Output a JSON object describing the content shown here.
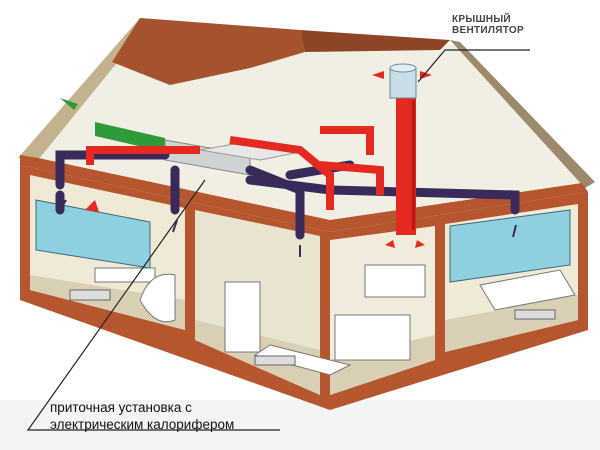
{
  "labels": {
    "roof_fan_line1": "КРЫШНЫЙ",
    "roof_fan_line2": "ВЕНТИЛЯТОР",
    "supply_unit_line1": "приточная установка с",
    "supply_unit_line2": "электрическим калорифером"
  },
  "colors": {
    "wall": "#b5562e",
    "roof": "#a4532e",
    "attic": "#f2efe4",
    "supply_duct": "#3a2a5a",
    "exhaust_duct": "#e42a20",
    "intake_duct": "#2e9a3a",
    "window": "#8fd0e0"
  }
}
